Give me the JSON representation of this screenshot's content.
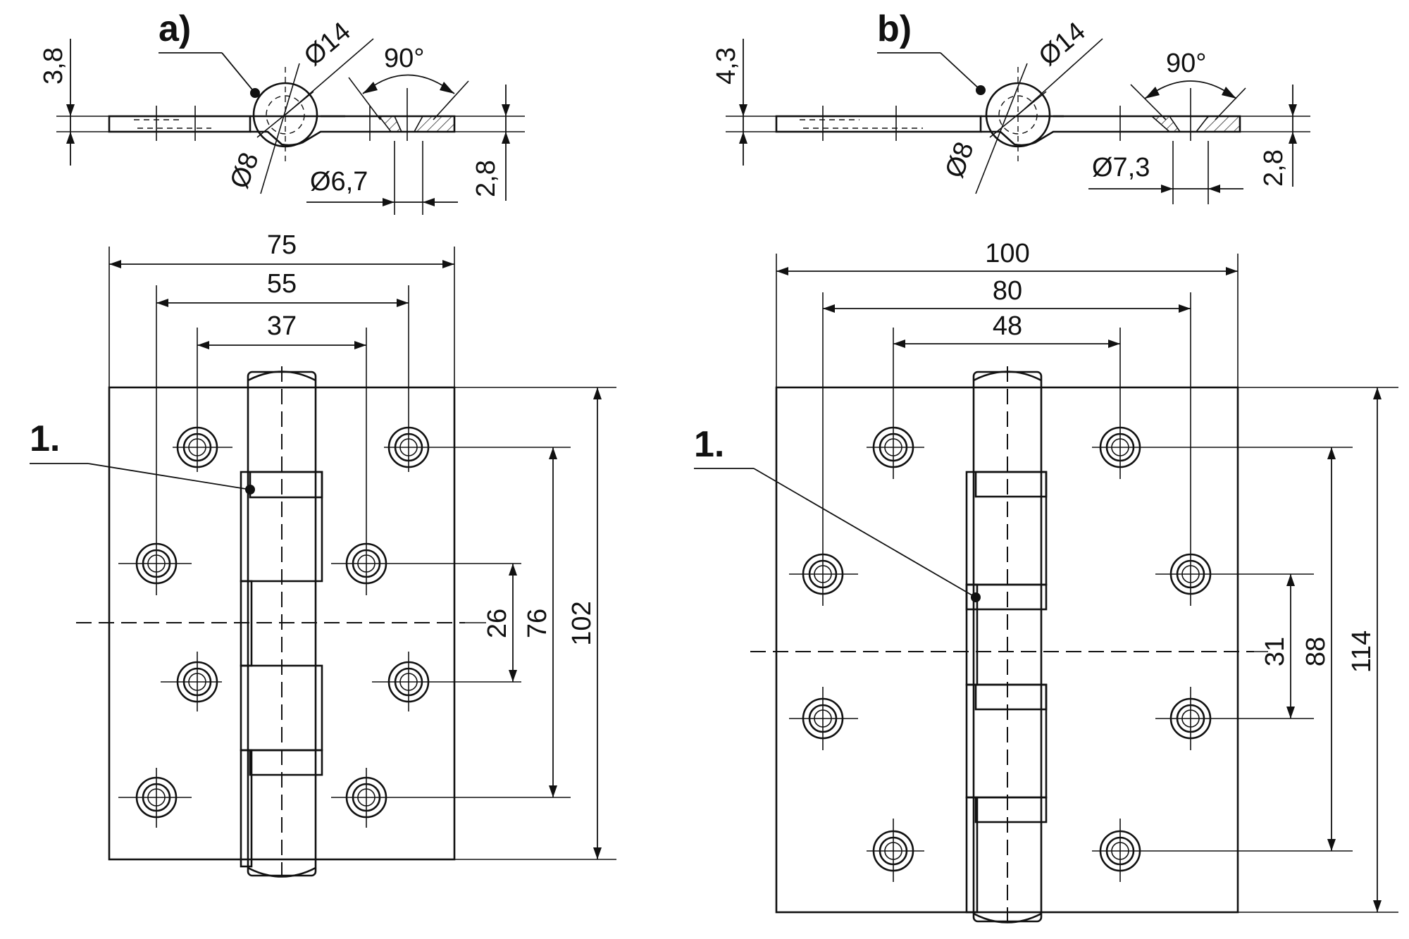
{
  "views": {
    "a": {
      "label": "a)",
      "pin_diameter": "Ø8",
      "knuckle_diameter": "Ø14",
      "angle": "90°",
      "hole_diameter": "Ø6,7",
      "height_left": "3,8",
      "thickness": "2,8",
      "width_overall": "75",
      "width_mid": "55",
      "width_inner": "37",
      "height_overall": "102",
      "height_outer_holes": "76",
      "height_inner_holes": "26",
      "callout": "1."
    },
    "b": {
      "label": "b)",
      "pin_diameter": "Ø8",
      "knuckle_diameter": "Ø14",
      "angle": "90°",
      "hole_diameter": "Ø7,3",
      "height_left": "4,3",
      "thickness": "2,8",
      "width_overall": "100",
      "width_mid": "80",
      "width_inner": "48",
      "height_overall": "114",
      "height_outer_holes": "88",
      "height_inner_holes": "31",
      "callout": "1."
    }
  }
}
